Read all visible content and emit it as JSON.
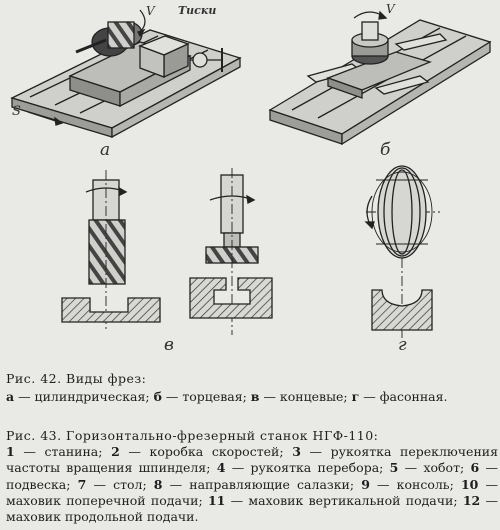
{
  "figure": {
    "labels": {
      "a": "а",
      "b": "б",
      "v": "в",
      "g": "г"
    },
    "annotations": {
      "vice": "Тиски",
      "feed": "S",
      "speed": "V"
    }
  },
  "caption42": {
    "title": "Рис. 42. Виды фрез:",
    "items": [
      {
        "key": "а",
        "text": " — цилиндрическая; "
      },
      {
        "key": "б",
        "text": " — торцевая; "
      },
      {
        "key": "в",
        "text": " — концевые; "
      },
      {
        "key": "г",
        "text": " — фасонная."
      }
    ]
  },
  "caption43": {
    "title": "Рис. 43. Горизонтально-фрезерный станок НГФ-110:",
    "items": [
      {
        "key": "1",
        "text": " — станина; "
      },
      {
        "key": "2",
        "text": " — коробка скоростей; "
      },
      {
        "key": "3",
        "text": " — рукоятка переключения частоты вращения шпинделя; "
      },
      {
        "key": "4",
        "text": " — рукоятка перебора; "
      },
      {
        "key": "5",
        "text": " — хобот; "
      },
      {
        "key": "6",
        "text": " — подвеска; "
      },
      {
        "key": "7",
        "text": " — стол; "
      },
      {
        "key": "8",
        "text": " — направляющие салазки; "
      },
      {
        "key": "9",
        "text": " — консоль; "
      },
      {
        "key": "10",
        "text": " — маховик поперечной подачи; "
      },
      {
        "key": "11",
        "text": " — маховик вертикальной подачи; "
      },
      {
        "key": "12",
        "text": " — маховик продольной подачи."
      }
    ]
  }
}
